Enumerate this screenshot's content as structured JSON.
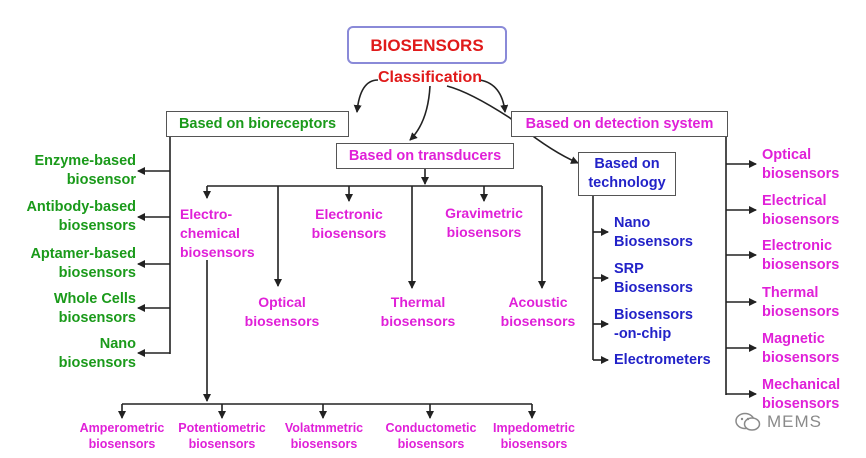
{
  "title": "BIOSENSORS",
  "classification": "Classification",
  "bioreceptors": {
    "label": "Based on bioreceptors",
    "items": [
      "Enzyme-based\nbiosensor",
      "Antibody-based\nbiosensors",
      "Aptamer-based\nbiosensors",
      "Whole Cells\nbiosensors",
      "Nano\nbiosensors"
    ]
  },
  "transducers": {
    "label": "Based on transducers",
    "items": [
      "Electro-\nchemical\nbiosensors",
      "Electronic\nbiosensors",
      "Gravimetric\nbiosensors",
      "Optical\nbiosensors",
      "Thermal\nbiosensors",
      "Acoustic\nbiosensors"
    ],
    "electrochemical_types": [
      "Amperometric\nbiosensors",
      "Potentiometric\nbiosensors",
      "Volatmmetric\nbiosensors",
      "Conductometic\nbiosensors",
      "Impedometric\nbiosensors"
    ]
  },
  "technology": {
    "label": "Based on\ntechnology",
    "items": [
      "Nano\nBiosensors",
      "SRP\nBiosensors",
      "Biosensors\n-on-chip",
      "Electrometers"
    ]
  },
  "detection": {
    "label": "Based on detection system",
    "items": [
      "Optical\nbiosensors",
      "Electrical\nbiosensors",
      "Electronic\nbiosensors",
      "Thermal\nbiosensors",
      "Magnetic\nbiosensors",
      "Mechanical\nbiosensors"
    ]
  },
  "watermark": "MEMS",
  "colors": {
    "title_text": "#e01a1a",
    "bioreceptor_text": "#1a9a1a",
    "transducer_text": "#e020d8",
    "technology_text": "#2222c8",
    "detection_text": "#e020d8",
    "lines": "#222222"
  }
}
